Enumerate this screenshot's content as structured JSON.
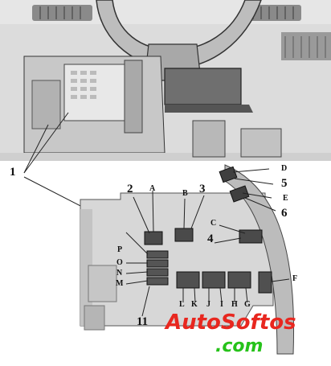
{
  "callouts": {
    "n1": "1",
    "n2": "2",
    "n3": "3",
    "n4": "4",
    "n5": "5",
    "n6": "6",
    "n11": "11"
  },
  "connectors": {
    "A": "A",
    "B": "B",
    "C": "C",
    "D": "D",
    "E": "E",
    "F": "F",
    "G": "G",
    "H": "H",
    "I": "I",
    "J": "J",
    "K": "K",
    "L": "L",
    "M": "M",
    "N": "N",
    "O": "O",
    "P": "P"
  },
  "watermark": {
    "line1": "AutoSoftos",
    "line2": ".com",
    "color1": "#e8271f",
    "color2": "#26c21a"
  },
  "colors": {
    "panel_bg": "#d9d9d9",
    "panel_dark": "#8c8c8c",
    "line": "#222222"
  }
}
